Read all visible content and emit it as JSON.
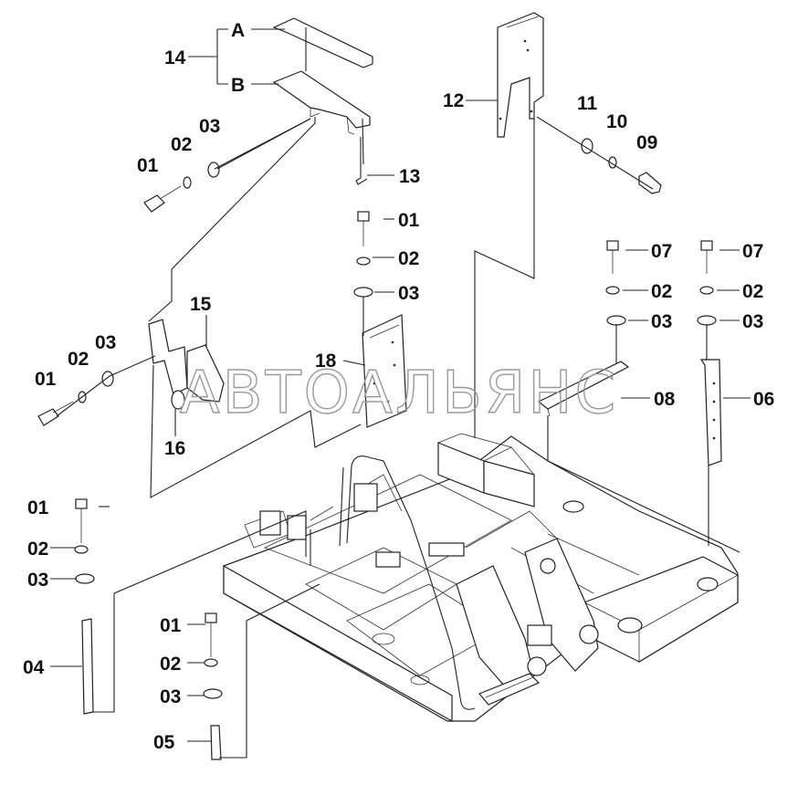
{
  "watermark": "АВТОАЛЬЯНС",
  "callouts": {
    "l14": "14",
    "lA": "A",
    "lB": "B",
    "l13": "13",
    "l01a": "01",
    "l02a": "02",
    "l03a": "03",
    "l12": "12",
    "l11": "11",
    "l10": "10",
    "l09": "09",
    "l01b": "01",
    "l02b": "02",
    "l03b": "03",
    "l07a": "07",
    "l02c": "02",
    "l03c": "03",
    "l07b": "07",
    "l02d": "02",
    "l03d": "03",
    "l15": "15",
    "l01c": "01",
    "l02e": "02",
    "l03e": "03",
    "l18": "18",
    "l16": "16",
    "l08": "08",
    "l06": "06",
    "l01d": "01",
    "l02f": "02",
    "l03f": "03",
    "l04": "04",
    "l01e": "01",
    "l02g": "02",
    "l03g": "03",
    "l05": "05"
  }
}
